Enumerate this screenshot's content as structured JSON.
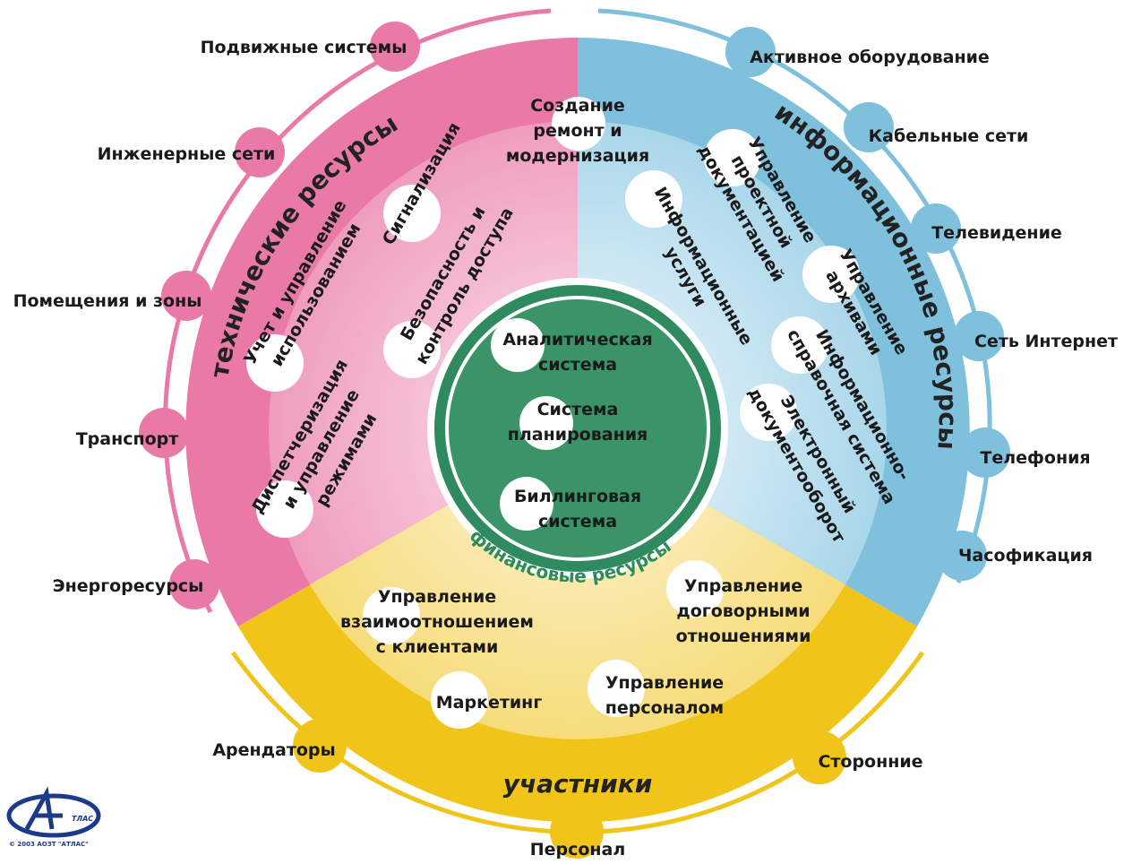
{
  "colors": {
    "tech": "#e97aa7",
    "tech_light": "#f7cfe0",
    "info": "#7fc0dc",
    "info_light": "#e6f3fa",
    "part": "#f0c419",
    "part_light": "#f8e6a8",
    "fin": "#2f8a5f",
    "fin_ring": "#2a7a52"
  },
  "sectors": {
    "tech": "технические ресурсы",
    "info": "информационные ресурсы",
    "participants": "участники",
    "finance": "финансовые ресурсы"
  },
  "tech_outer": [
    "Подвижные системы",
    "Инженерные сети",
    "Помещения и зоны",
    "Транспорт",
    "Энергоресурсы"
  ],
  "info_outer": [
    "Активное оборудование",
    "Кабельные сети",
    "Телевидение",
    "Сеть Интернет",
    "Телефония",
    "Часофикация"
  ],
  "participants_outer": [
    "Арендаторы",
    "Сторонние",
    "Персонал"
  ],
  "top_item": [
    "Создание",
    "ремонт и",
    "модернизация"
  ],
  "tech_items": {
    "signal": "Сигнализация",
    "security": [
      "Безопасность и",
      "контроль доступа"
    ],
    "usage": [
      "Учет и управление",
      "использованием"
    ],
    "dispatch": [
      "Диспетчеризация",
      "и управление",
      "режимами"
    ]
  },
  "info_items": {
    "project_docs": [
      "Управление",
      "проектной",
      "документацией"
    ],
    "info_services": [
      "Информационные",
      "услуги"
    ],
    "archives": [
      "Управление",
      "архивами"
    ],
    "reference": [
      "Информационно-",
      "справочная система"
    ],
    "edoc": [
      "Электронный",
      "документооборот"
    ]
  },
  "participant_items": {
    "crm": [
      "Управление",
      "взаимоотношением",
      "с клиентами"
    ],
    "contracts": [
      "Управление",
      "договорными",
      "отношениями"
    ],
    "marketing": "Маркетинг",
    "hr": [
      "Управление",
      "персоналом"
    ]
  },
  "center_items": {
    "analytic": [
      "Аналитическая",
      "система"
    ],
    "planning": [
      "Система",
      "планирования"
    ],
    "billing": [
      "Биллинговая",
      "система"
    ]
  },
  "copyright": "© 2003 АОЗТ \"АТЛАС\"",
  "logo_text": "ТЛАС"
}
